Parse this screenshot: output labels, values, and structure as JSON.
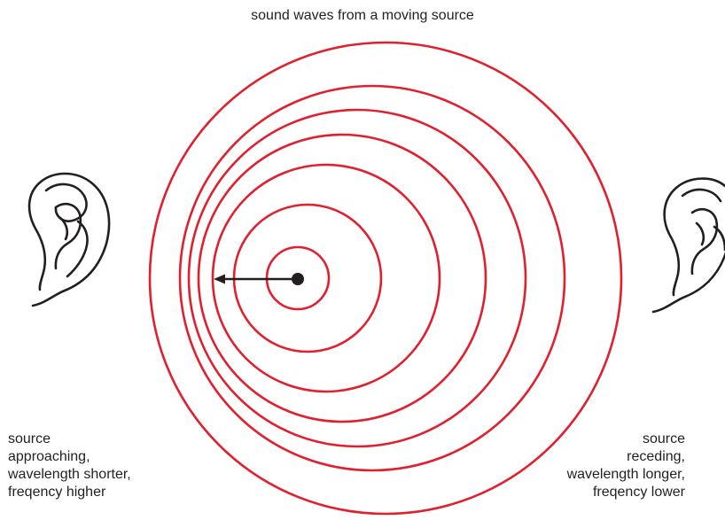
{
  "title": "sound waves from a moving source",
  "left_caption": {
    "lines": [
      "source",
      "approaching,",
      "wavelength shorter,",
      "freqency higher"
    ]
  },
  "right_caption": {
    "lines": [
      "source",
      "receding,",
      "wavelength longer,",
      "freqency lower"
    ]
  },
  "colors": {
    "wavefront": "#e0202e",
    "ink": "#231f20"
  }
}
